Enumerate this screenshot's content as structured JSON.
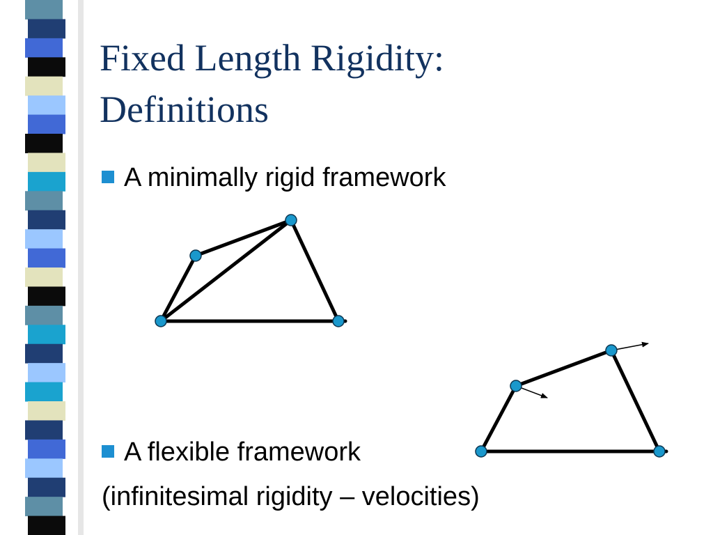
{
  "slide": {
    "title_lines": [
      "Fixed Length Rigidity:",
      "Definitions"
    ],
    "bullets": [
      {
        "text": "A minimally rigid framework"
      },
      {
        "text": "A flexible framework"
      }
    ],
    "subline": "(infinitesimal rigidity – velocities)"
  },
  "colors": {
    "title": "#12325f",
    "bullet_marker": "#1d8fd1",
    "node_fill": "#1a98cc",
    "node_stroke": "#0b3550",
    "edge": "#000000",
    "stripes": [
      "#5e8fa6",
      "#203e73",
      "#4169d6",
      "#0b0b0b",
      "#e3e3bd",
      "#9bc7ff",
      "#1aa3cf"
    ]
  },
  "icons": {
    "bullet": "square-bullet-icon",
    "node": "joint-circle-icon",
    "velocity": "velocity-arrow-icon"
  },
  "diagrams": [
    {
      "kind": "rigid",
      "node_count": 4,
      "edge_count": 5
    },
    {
      "kind": "flexible",
      "node_count": 4,
      "edge_count": 4,
      "velocity_arrow_count": 2
    }
  ]
}
